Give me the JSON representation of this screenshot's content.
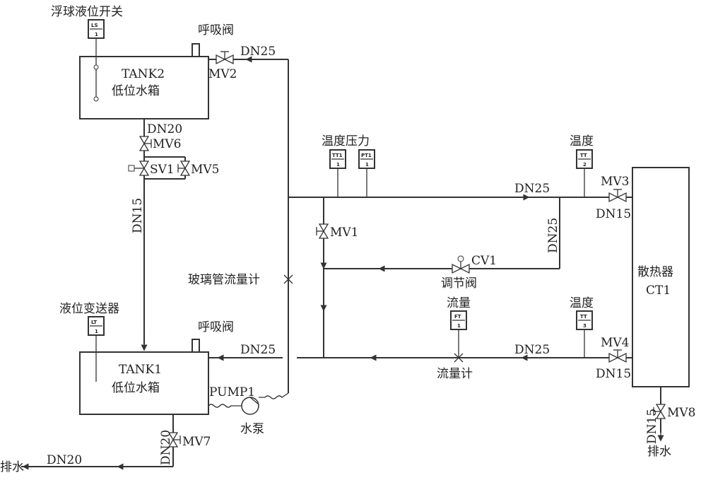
{
  "labels": {
    "float_switch": "浮球液位开关",
    "breather_top": "呼吸阀",
    "tank2_name": "TANK2",
    "tank2_desc": "低位水箱",
    "mv2": "MV2",
    "dn25_top": "DN25",
    "dn20_tank2": "DN20",
    "mv6": "MV6",
    "sv1": "SV1",
    "mv5": "MV5",
    "dn15_vertical": "DN15",
    "temp_pressure": "温度压力",
    "temp_1": "温度",
    "mv3": "MV3",
    "dn15_mv3": "DN15",
    "dn25_main": "DN25",
    "dn25_vert_right": "DN25",
    "mv1": "MV1",
    "cv1": "CV1",
    "regulating_valve": "调节阀",
    "glass_flowmeter": "玻璃管流量计",
    "radiator": "散热器",
    "radiator_id": "CT1",
    "level_transmitter": "液位变送器",
    "flow_label": "流量",
    "temp_2": "温度",
    "breather_bottom": "呼吸阀",
    "dn25_tank1": "DN25",
    "dn25_return": "DN25",
    "mv4": "MV4",
    "dn15_mv4": "DN15",
    "tank1_name": "TANK1",
    "tank1_desc": "低位水箱",
    "pump": "PUMP1",
    "pump_desc": "水泵",
    "flowmeter": "流量计",
    "dn20_drain": "DN20",
    "mv7": "MV7",
    "drain_left_dn": "DN20",
    "drain_left": "排水",
    "dn15_drain": "DN15",
    "mv8": "MV8",
    "drain_right": "排水"
  },
  "instruments": {
    "ls": [
      "LS",
      "1"
    ],
    "tt1": [
      "TT1",
      "1"
    ],
    "pt1": [
      "PT1",
      "1"
    ],
    "tt2": [
      "TT",
      "2"
    ],
    "lt": [
      "LT",
      "1"
    ],
    "ft": [
      "FT",
      "1"
    ],
    "tt3": [
      "TT",
      "3"
    ]
  }
}
